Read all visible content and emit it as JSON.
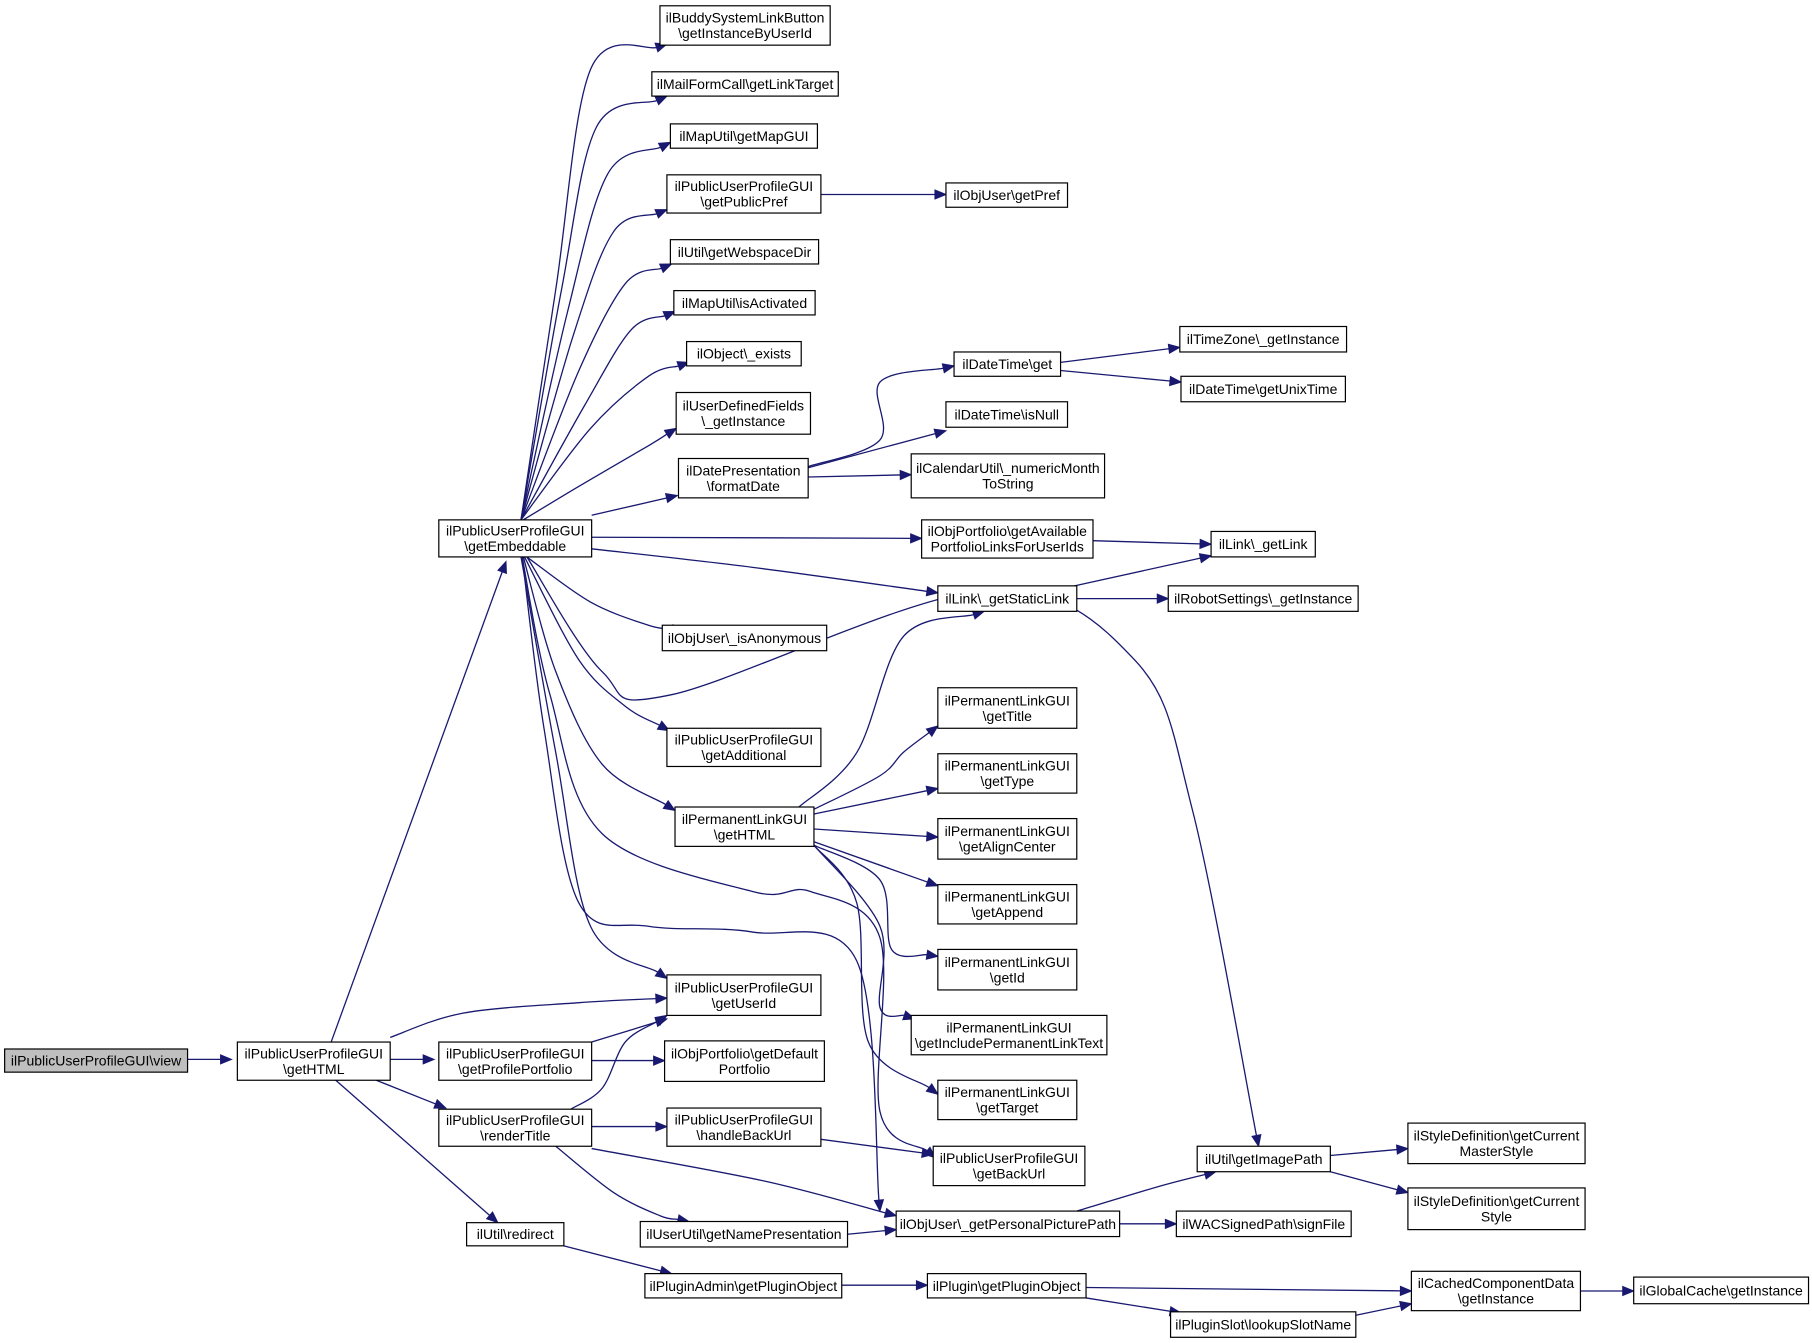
{
  "graph": {
    "nodes": [
      {
        "id": "view",
        "lines": [
          "ilPublicUserProfileGUI\\view"
        ],
        "root": true
      },
      {
        "id": "getHTML",
        "lines": [
          "ilPublicUserProfileGUI",
          "\\getHTML"
        ]
      },
      {
        "id": "getEmbeddable",
        "lines": [
          "ilPublicUserProfileGUI",
          "\\getEmbeddable"
        ]
      },
      {
        "id": "getProfilePortfolio",
        "lines": [
          "ilPublicUserProfileGUI",
          "\\getProfilePortfolio"
        ]
      },
      {
        "id": "renderTitle",
        "lines": [
          "ilPublicUserProfileGUI",
          "\\renderTitle"
        ]
      },
      {
        "id": "redirect",
        "lines": [
          "ilUtil\\redirect"
        ]
      },
      {
        "id": "buddy",
        "lines": [
          "ilBuddySystemLinkButton",
          "\\getInstanceByUserId"
        ]
      },
      {
        "id": "mailForm",
        "lines": [
          "ilMailFormCall\\getLinkTarget"
        ]
      },
      {
        "id": "getMapGUI",
        "lines": [
          "ilMapUtil\\getMapGUI"
        ]
      },
      {
        "id": "getPublicPref",
        "lines": [
          "ilPublicUserProfileGUI",
          "\\getPublicPref"
        ]
      },
      {
        "id": "getPref",
        "lines": [
          "ilObjUser\\getPref"
        ]
      },
      {
        "id": "webspace",
        "lines": [
          "ilUtil\\getWebspaceDir"
        ]
      },
      {
        "id": "isActivated",
        "lines": [
          "ilMapUtil\\isActivated"
        ]
      },
      {
        "id": "objExists",
        "lines": [
          "ilObject\\_exists"
        ]
      },
      {
        "id": "udf",
        "lines": [
          "ilUserDefinedFields",
          "\\_getInstance"
        ]
      },
      {
        "id": "formatDate",
        "lines": [
          "ilDatePresentation",
          "\\formatDate"
        ]
      },
      {
        "id": "dtGet",
        "lines": [
          "ilDateTime\\get"
        ]
      },
      {
        "id": "tz",
        "lines": [
          "ilTimeZone\\_getInstance"
        ]
      },
      {
        "id": "unix",
        "lines": [
          "ilDateTime\\getUnixTime"
        ]
      },
      {
        "id": "isNull",
        "lines": [
          "ilDateTime\\isNull"
        ]
      },
      {
        "id": "calUtil",
        "lines": [
          "ilCalendarUtil\\_numericMonth",
          "ToString"
        ]
      },
      {
        "id": "portfolioLinks",
        "lines": [
          "ilObjPortfolio\\getAvailable",
          "PortfolioLinksForUserIds"
        ]
      },
      {
        "id": "getLink",
        "lines": [
          "ilLink\\_getLink"
        ]
      },
      {
        "id": "staticLink",
        "lines": [
          "ilLink\\_getStaticLink"
        ]
      },
      {
        "id": "robot",
        "lines": [
          "ilRobotSettings\\_getInstance"
        ]
      },
      {
        "id": "anon",
        "lines": [
          "ilObjUser\\_isAnonymous"
        ]
      },
      {
        "id": "plTitle",
        "lines": [
          "ilPermanentLinkGUI",
          "\\getTitle"
        ]
      },
      {
        "id": "additional",
        "lines": [
          "ilPublicUserProfileGUI",
          "\\getAdditional"
        ]
      },
      {
        "id": "plType",
        "lines": [
          "ilPermanentLinkGUI",
          "\\getType"
        ]
      },
      {
        "id": "plHTML",
        "lines": [
          "ilPermanentLinkGUI",
          "\\getHTML"
        ]
      },
      {
        "id": "plAlign",
        "lines": [
          "ilPermanentLinkGUI",
          "\\getAlignCenter"
        ]
      },
      {
        "id": "plAppend",
        "lines": [
          "ilPermanentLinkGUI",
          "\\getAppend"
        ]
      },
      {
        "id": "plId",
        "lines": [
          "ilPermanentLinkGUI",
          "\\getId"
        ]
      },
      {
        "id": "userId",
        "lines": [
          "ilPublicUserProfileGUI",
          "\\getUserId"
        ]
      },
      {
        "id": "plInclude",
        "lines": [
          "ilPermanentLinkGUI",
          "\\getIncludePermanentLinkText"
        ]
      },
      {
        "id": "defPortfolio",
        "lines": [
          "ilObjPortfolio\\getDefault",
          "Portfolio"
        ]
      },
      {
        "id": "plTarget",
        "lines": [
          "ilPermanentLinkGUI",
          "\\getTarget"
        ]
      },
      {
        "id": "handleBack",
        "lines": [
          "ilPublicUserProfileGUI",
          "\\handleBackUrl"
        ]
      },
      {
        "id": "backUrl",
        "lines": [
          "ilPublicUserProfileGUI",
          "\\getBackUrl"
        ]
      },
      {
        "id": "imagePath",
        "lines": [
          "ilUtil\\getImagePath"
        ]
      },
      {
        "id": "masterStyle",
        "lines": [
          "ilStyleDefinition\\getCurrent",
          "MasterStyle"
        ]
      },
      {
        "id": "curStyle",
        "lines": [
          "ilStyleDefinition\\getCurrent",
          "Style"
        ]
      },
      {
        "id": "namePres",
        "lines": [
          "ilUserUtil\\getNamePresentation"
        ]
      },
      {
        "id": "picPath",
        "lines": [
          "ilObjUser\\_getPersonalPicturePath"
        ]
      },
      {
        "id": "wac",
        "lines": [
          "ilWACSignedPath\\signFile"
        ]
      },
      {
        "id": "pluginAdmin",
        "lines": [
          "ilPluginAdmin\\getPluginObject"
        ]
      },
      {
        "id": "pluginObj",
        "lines": [
          "ilPlugin\\getPluginObject"
        ]
      },
      {
        "id": "cached",
        "lines": [
          "ilCachedComponentData",
          "\\getInstance"
        ]
      },
      {
        "id": "globalCache",
        "lines": [
          "ilGlobalCache\\getInstance"
        ]
      },
      {
        "id": "slot",
        "lines": [
          "ilPluginSlot\\lookupSlotName"
        ]
      }
    ],
    "edges": [
      [
        "view",
        "getHTML"
      ],
      [
        "getHTML",
        "getEmbeddable"
      ],
      [
        "getHTML",
        "userId"
      ],
      [
        "getHTML",
        "getProfilePortfolio"
      ],
      [
        "getHTML",
        "renderTitle"
      ],
      [
        "getHTML",
        "redirect"
      ],
      [
        "getEmbeddable",
        "buddy"
      ],
      [
        "getEmbeddable",
        "mailForm"
      ],
      [
        "getEmbeddable",
        "getMapGUI"
      ],
      [
        "getEmbeddable",
        "getPublicPref"
      ],
      [
        "getEmbeddable",
        "webspace"
      ],
      [
        "getEmbeddable",
        "isActivated"
      ],
      [
        "getEmbeddable",
        "objExists"
      ],
      [
        "getEmbeddable",
        "udf"
      ],
      [
        "getEmbeddable",
        "formatDate"
      ],
      [
        "getEmbeddable",
        "portfolioLinks"
      ],
      [
        "getEmbeddable",
        "staticLink"
      ],
      [
        "getEmbeddable",
        "anon"
      ],
      [
        "getEmbeddable",
        "imagePath"
      ],
      [
        "getEmbeddable",
        "additional"
      ],
      [
        "getEmbeddable",
        "plHTML"
      ],
      [
        "getEmbeddable",
        "userId"
      ],
      [
        "getEmbeddable",
        "backUrl"
      ],
      [
        "getEmbeddable",
        "picPath"
      ],
      [
        "getPublicPref",
        "getPref"
      ],
      [
        "formatDate",
        "dtGet"
      ],
      [
        "formatDate",
        "isNull"
      ],
      [
        "formatDate",
        "calUtil"
      ],
      [
        "dtGet",
        "tz"
      ],
      [
        "dtGet",
        "unix"
      ],
      [
        "portfolioLinks",
        "getLink"
      ],
      [
        "staticLink",
        "getLink"
      ],
      [
        "staticLink",
        "robot"
      ],
      [
        "plHTML",
        "staticLink"
      ],
      [
        "plHTML",
        "plTitle"
      ],
      [
        "plHTML",
        "plType"
      ],
      [
        "plHTML",
        "plAlign"
      ],
      [
        "plHTML",
        "plAppend"
      ],
      [
        "plHTML",
        "plId"
      ],
      [
        "plHTML",
        "plInclude"
      ],
      [
        "plHTML",
        "plTarget"
      ],
      [
        "getProfilePortfolio",
        "userId"
      ],
      [
        "getProfilePortfolio",
        "defPortfolio"
      ],
      [
        "renderTitle",
        "userId"
      ],
      [
        "renderTitle",
        "handleBack"
      ],
      [
        "renderTitle",
        "picPath"
      ],
      [
        "renderTitle",
        "namePres"
      ],
      [
        "handleBack",
        "backUrl"
      ],
      [
        "namePres",
        "picPath"
      ],
      [
        "picPath",
        "imagePath"
      ],
      [
        "picPath",
        "wac"
      ],
      [
        "imagePath",
        "masterStyle"
      ],
      [
        "imagePath",
        "curStyle"
      ],
      [
        "redirect",
        "pluginAdmin"
      ],
      [
        "pluginAdmin",
        "pluginObj"
      ],
      [
        "pluginObj",
        "cached"
      ],
      [
        "pluginObj",
        "slot"
      ],
      [
        "slot",
        "cached"
      ],
      [
        "cached",
        "globalCache"
      ]
    ]
  }
}
